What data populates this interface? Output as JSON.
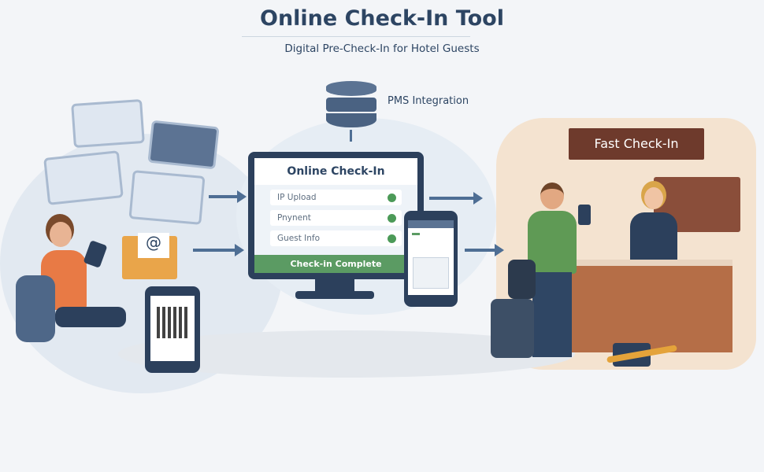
{
  "header": {
    "title": "Online Check-In Tool",
    "subtitle": "Digital Pre-Check-In for Hotel Guests"
  },
  "integration": {
    "label": "PMS Integration",
    "icon": "server-database-icon"
  },
  "monitor": {
    "title": "Online Check-In",
    "items": [
      {
        "label": "IP Upload",
        "status": "done"
      },
      {
        "label": "Pnynent",
        "status": "done"
      },
      {
        "label": "Guest Info",
        "status": "done"
      }
    ],
    "complete_label": "Check-in Complete"
  },
  "hotel": {
    "sign": "Fast Check-In"
  },
  "colors": {
    "navy": "#2d4563",
    "accent": "#4e6e94",
    "success": "#5b9b63",
    "wood": "#6e3a2c"
  }
}
